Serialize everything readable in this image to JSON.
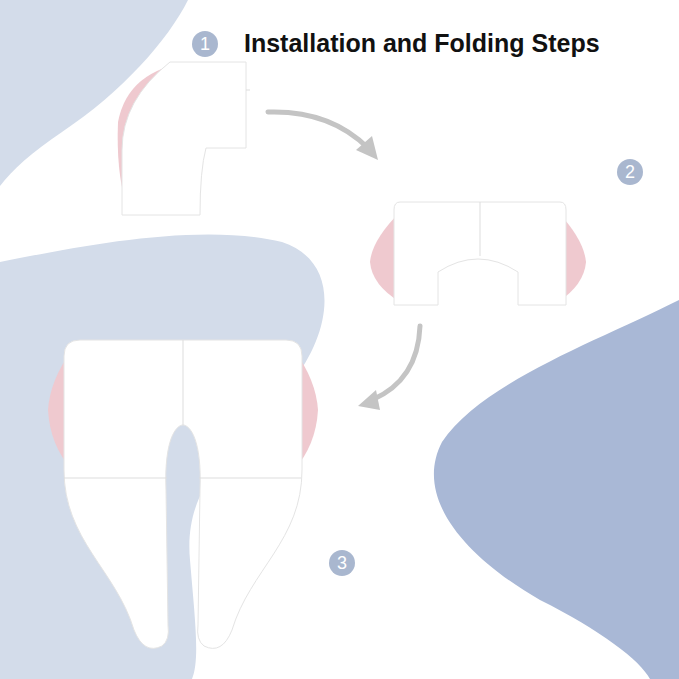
{
  "diagram": {
    "title": "Installation and Folding Steps",
    "nodes": [
      {
        "text": [
          "1"
        ]
      },
      {
        "text": [
          "2"
        ]
      },
      {
        "text": [
          "3"
        ]
      }
    ]
  }
}
